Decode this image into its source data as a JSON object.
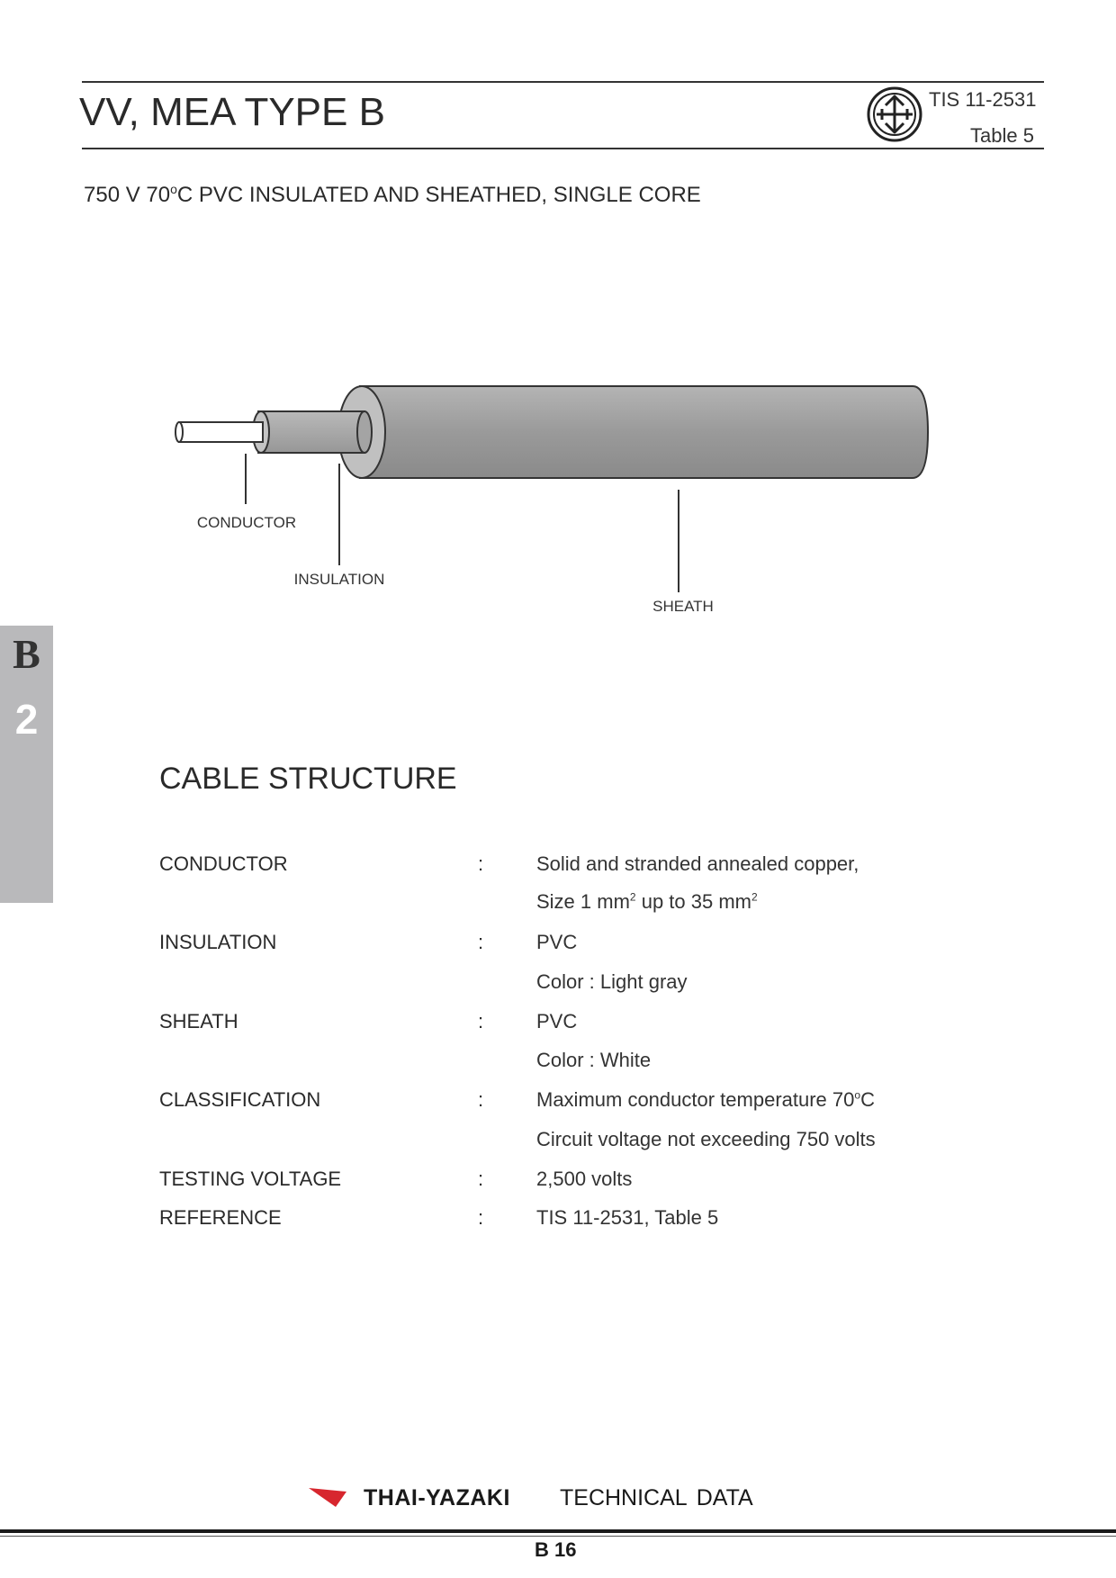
{
  "header": {
    "title": "VV, MEA TYPE B",
    "standard_code": "TIS 11-2531",
    "standard_table": "Table 5",
    "subtitle_prefix": "750 V 70",
    "subtitle_degree": "o",
    "subtitle_suffix": "C PVC INSULATED AND SHEATHED, SINGLE CORE"
  },
  "diagram": {
    "labels": {
      "conductor": "CONDUCTOR",
      "insulation": "INSULATION",
      "sheath": "SHEATH"
    },
    "colors": {
      "sheath_fill": "#9c9c9c",
      "insulation_fill": "#a8a8a8",
      "conductor_fill": "#ffffff",
      "outline": "#333333"
    }
  },
  "side_tab": {
    "letter": "B",
    "number": "2",
    "color": "#b9b9bb"
  },
  "section": {
    "title": "CABLE STRUCTURE"
  },
  "specs": {
    "colon": ":",
    "conductor": {
      "label": "CONDUCTOR",
      "value1": "Solid and stranded annealed copper,",
      "value2_a": "Size 1 mm",
      "value2_sup1": "2",
      "value2_b": " up to 35 mm",
      "value2_sup2": "2"
    },
    "insulation": {
      "label": "INSULATION",
      "value1": "PVC",
      "value2": "Color : Light gray"
    },
    "sheath": {
      "label": "SHEATH",
      "value1": "PVC",
      "value2": "Color : White"
    },
    "classification": {
      "label": "CLASSIFICATION",
      "value1_a": "Maximum conductor temperature 70",
      "value1_sup": "o",
      "value1_b": "C",
      "value2": "Circuit voltage not exceeding 750 volts"
    },
    "testing_voltage": {
      "label": "TESTING VOLTAGE",
      "value": "2,500  volts"
    },
    "reference": {
      "label": "REFERENCE",
      "value": "TIS 11-2531, Table 5"
    }
  },
  "footer": {
    "brand_name": "THAI-YAZAKI",
    "brand_suffix": "TECHNICAL  DATA",
    "brand_color": "#d7262e",
    "page_number": "B 16"
  }
}
